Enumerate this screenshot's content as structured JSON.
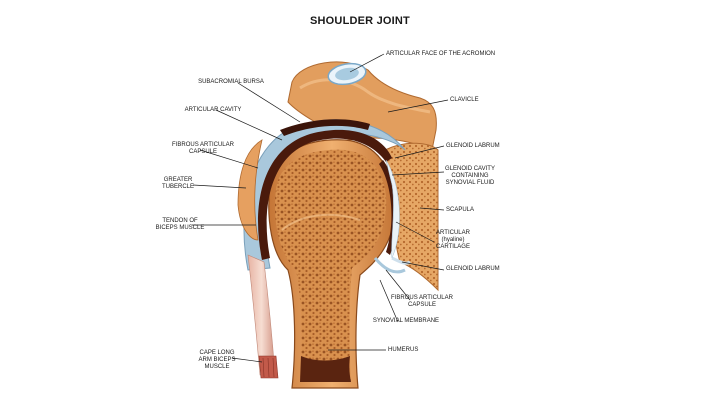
{
  "title": "SHOULDER JOINT",
  "labels": {
    "acromion_face": "ARTICULAR FACE OF THE ACROMION",
    "subacromial_bursa": "SUBACROMIAL BURSA",
    "clavicle": "CLAVICLE",
    "articular_cavity": "ARTICULAR CAVITY",
    "glenoid_labrum_top": "GLENOID LABRUM",
    "fibrous_capsule_left_1": "FIBROUS ARTICULAR",
    "fibrous_capsule_left_2": "CAPSULE",
    "glenoid_cavity_1": "GLENOID CAVITY",
    "glenoid_cavity_2": "CONTAINING",
    "glenoid_cavity_3": "SYNOVIAL FLUID",
    "greater_tubercle_1": "GREATER",
    "greater_tubercle_2": "TUBERCLE",
    "scapula": "SCAPULA",
    "tendon_biceps_1": "TENDON OF",
    "tendon_biceps_2": "BICEPS MUSCLE",
    "cartilage_1": "ARTICULAR",
    "cartilage_2": "(hyaline)",
    "cartilage_3": "CARTILAGE",
    "glenoid_labrum_bottom": "GLENOID LABRUM",
    "fibrous_capsule_right_1": "FIBROUS ARTICULAR",
    "fibrous_capsule_right_2": "CAPSULE",
    "synovial_membrane": "SYNOVIAL MEMBRANE",
    "cape_long_1": "CAPE LONG",
    "cape_long_2": "ARM BICEPS",
    "cape_long_3": "MUSCLE",
    "humerus": "HUMERUS"
  },
  "colors": {
    "bone": "#e8a25c",
    "bone_dark": "#8a4a1c",
    "spongy": "#c97a3a",
    "capsule_blue": "#a9c8dc",
    "capsule_white": "#eef4f8",
    "cavity_dark": "#4a1a0c",
    "muscle_red": "#c25a4a",
    "leader": "#1a1a1a"
  }
}
